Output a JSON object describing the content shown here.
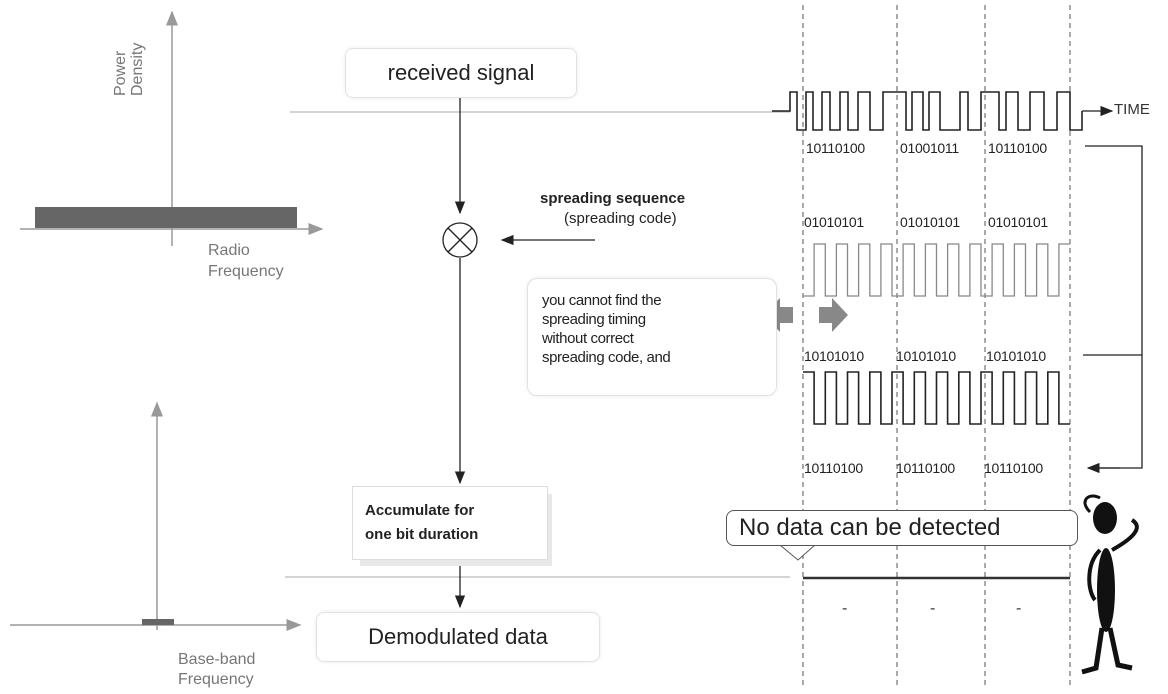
{
  "top_spectrum": {
    "y_axis_label_line1": "Power",
    "y_axis_label_line2": "Density",
    "x_axis_label_line1": "Radio",
    "x_axis_label_line2": "Frequency"
  },
  "bottom_spectrum": {
    "x_axis_label_line1": "Base-band",
    "x_axis_label_line2": "Frequency"
  },
  "flow": {
    "received_signal": "received signal",
    "spreading_sequence": "spreading sequence",
    "spreading_code": "(spreading code)",
    "accumulate_line1": "Accumulate for",
    "accumulate_line2": "one bit duration",
    "demodulated": "Demodulated data"
  },
  "note": {
    "line1": "you cannot find the",
    "line2": "spreading timing",
    "line3": "without correct",
    "line4": "spreading code, and"
  },
  "waveforms": {
    "time_label": "TIME",
    "received_codes": [
      "10110100",
      "01001011",
      "10110100"
    ],
    "local_code_a": [
      "01010101",
      "01010101",
      "01010101"
    ],
    "local_code_b": [
      "10101010",
      "10101010",
      "10101010"
    ],
    "despread_codes": [
      "10110100",
      "10110100",
      "10110100"
    ],
    "output_marks": [
      "-",
      "-",
      "-"
    ]
  },
  "callout": "No data can be detected",
  "colors": {
    "band": "#666666",
    "axis": "#999999",
    "arrow_gray": "#888888",
    "line": "#222222"
  }
}
